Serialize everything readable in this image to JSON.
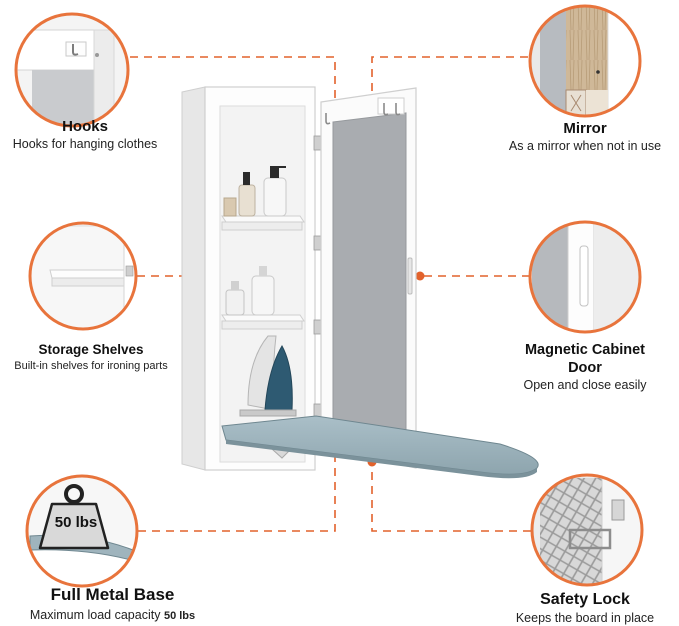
{
  "features": {
    "hooks": {
      "title": "Hooks",
      "desc": "Hooks for hanging clothes"
    },
    "mirror": {
      "title": "Mirror",
      "desc": "As a mirror when not in use"
    },
    "storage": {
      "title": "Storage Shelves",
      "desc": "Built-in shelves for ironing parts"
    },
    "door": {
      "title_line1": "Magnetic Cabinet",
      "title_line2": "Door",
      "desc": "Open and close easily"
    },
    "base": {
      "title": "Full Metal Base",
      "desc": "Maximum load capacity",
      "load": "50 lbs",
      "weight_tag": "50 lbs"
    },
    "lock": {
      "title": "Safety Lock",
      "desc": "Keeps the board in place"
    }
  },
  "colors": {
    "accent": "#e2622c",
    "circle_border": "#e8743c",
    "board": "#9fb4bd",
    "mirror": "#a9acb0",
    "cabinet": "#ffffff"
  },
  "icons": {
    "weight": "weight-icon",
    "hook": "hook-icon"
  }
}
